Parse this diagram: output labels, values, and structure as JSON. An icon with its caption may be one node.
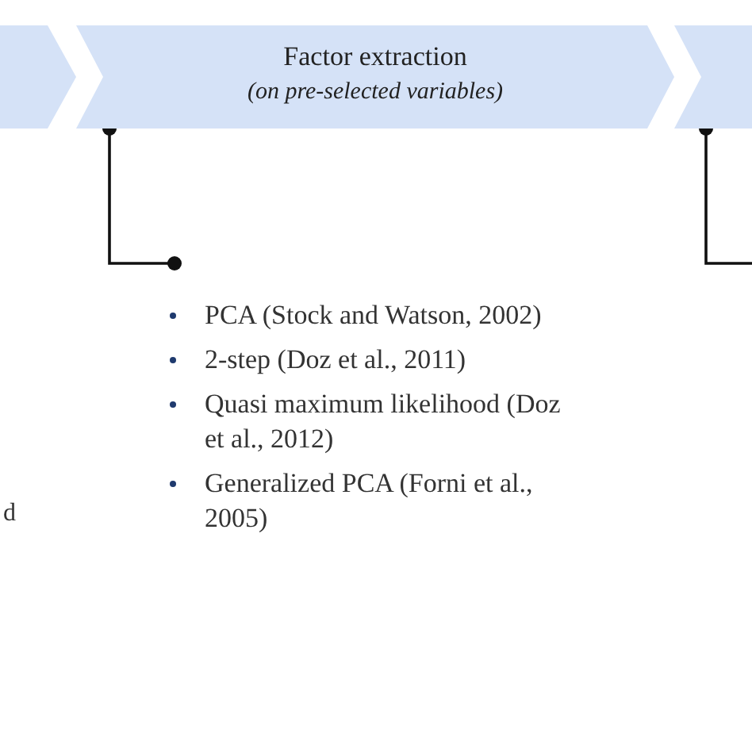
{
  "diagram": {
    "nodes": [
      {
        "text": [],
        "shape": "chevron"
      },
      {
        "text": [
          "Factor extraction",
          "(on pre-selected variables)"
        ]
      },
      {
        "text": [],
        "shape": "chevron"
      },
      {
        "text": [
          "PCA (Stock and Watson, 2002)",
          "2-step (Doz et al., 2011)",
          "Quasi maximum likelihood (Doz et al., 2012)",
          "Generalized PCA (Forni et al., 2005)"
        ]
      }
    ],
    "edges": [
      {
        "from": 1,
        "to": 3,
        "arrow": "other"
      },
      {
        "from": 2,
        "to": null,
        "arrow": "other"
      }
    ],
    "labels": [
      "d"
    ]
  }
}
